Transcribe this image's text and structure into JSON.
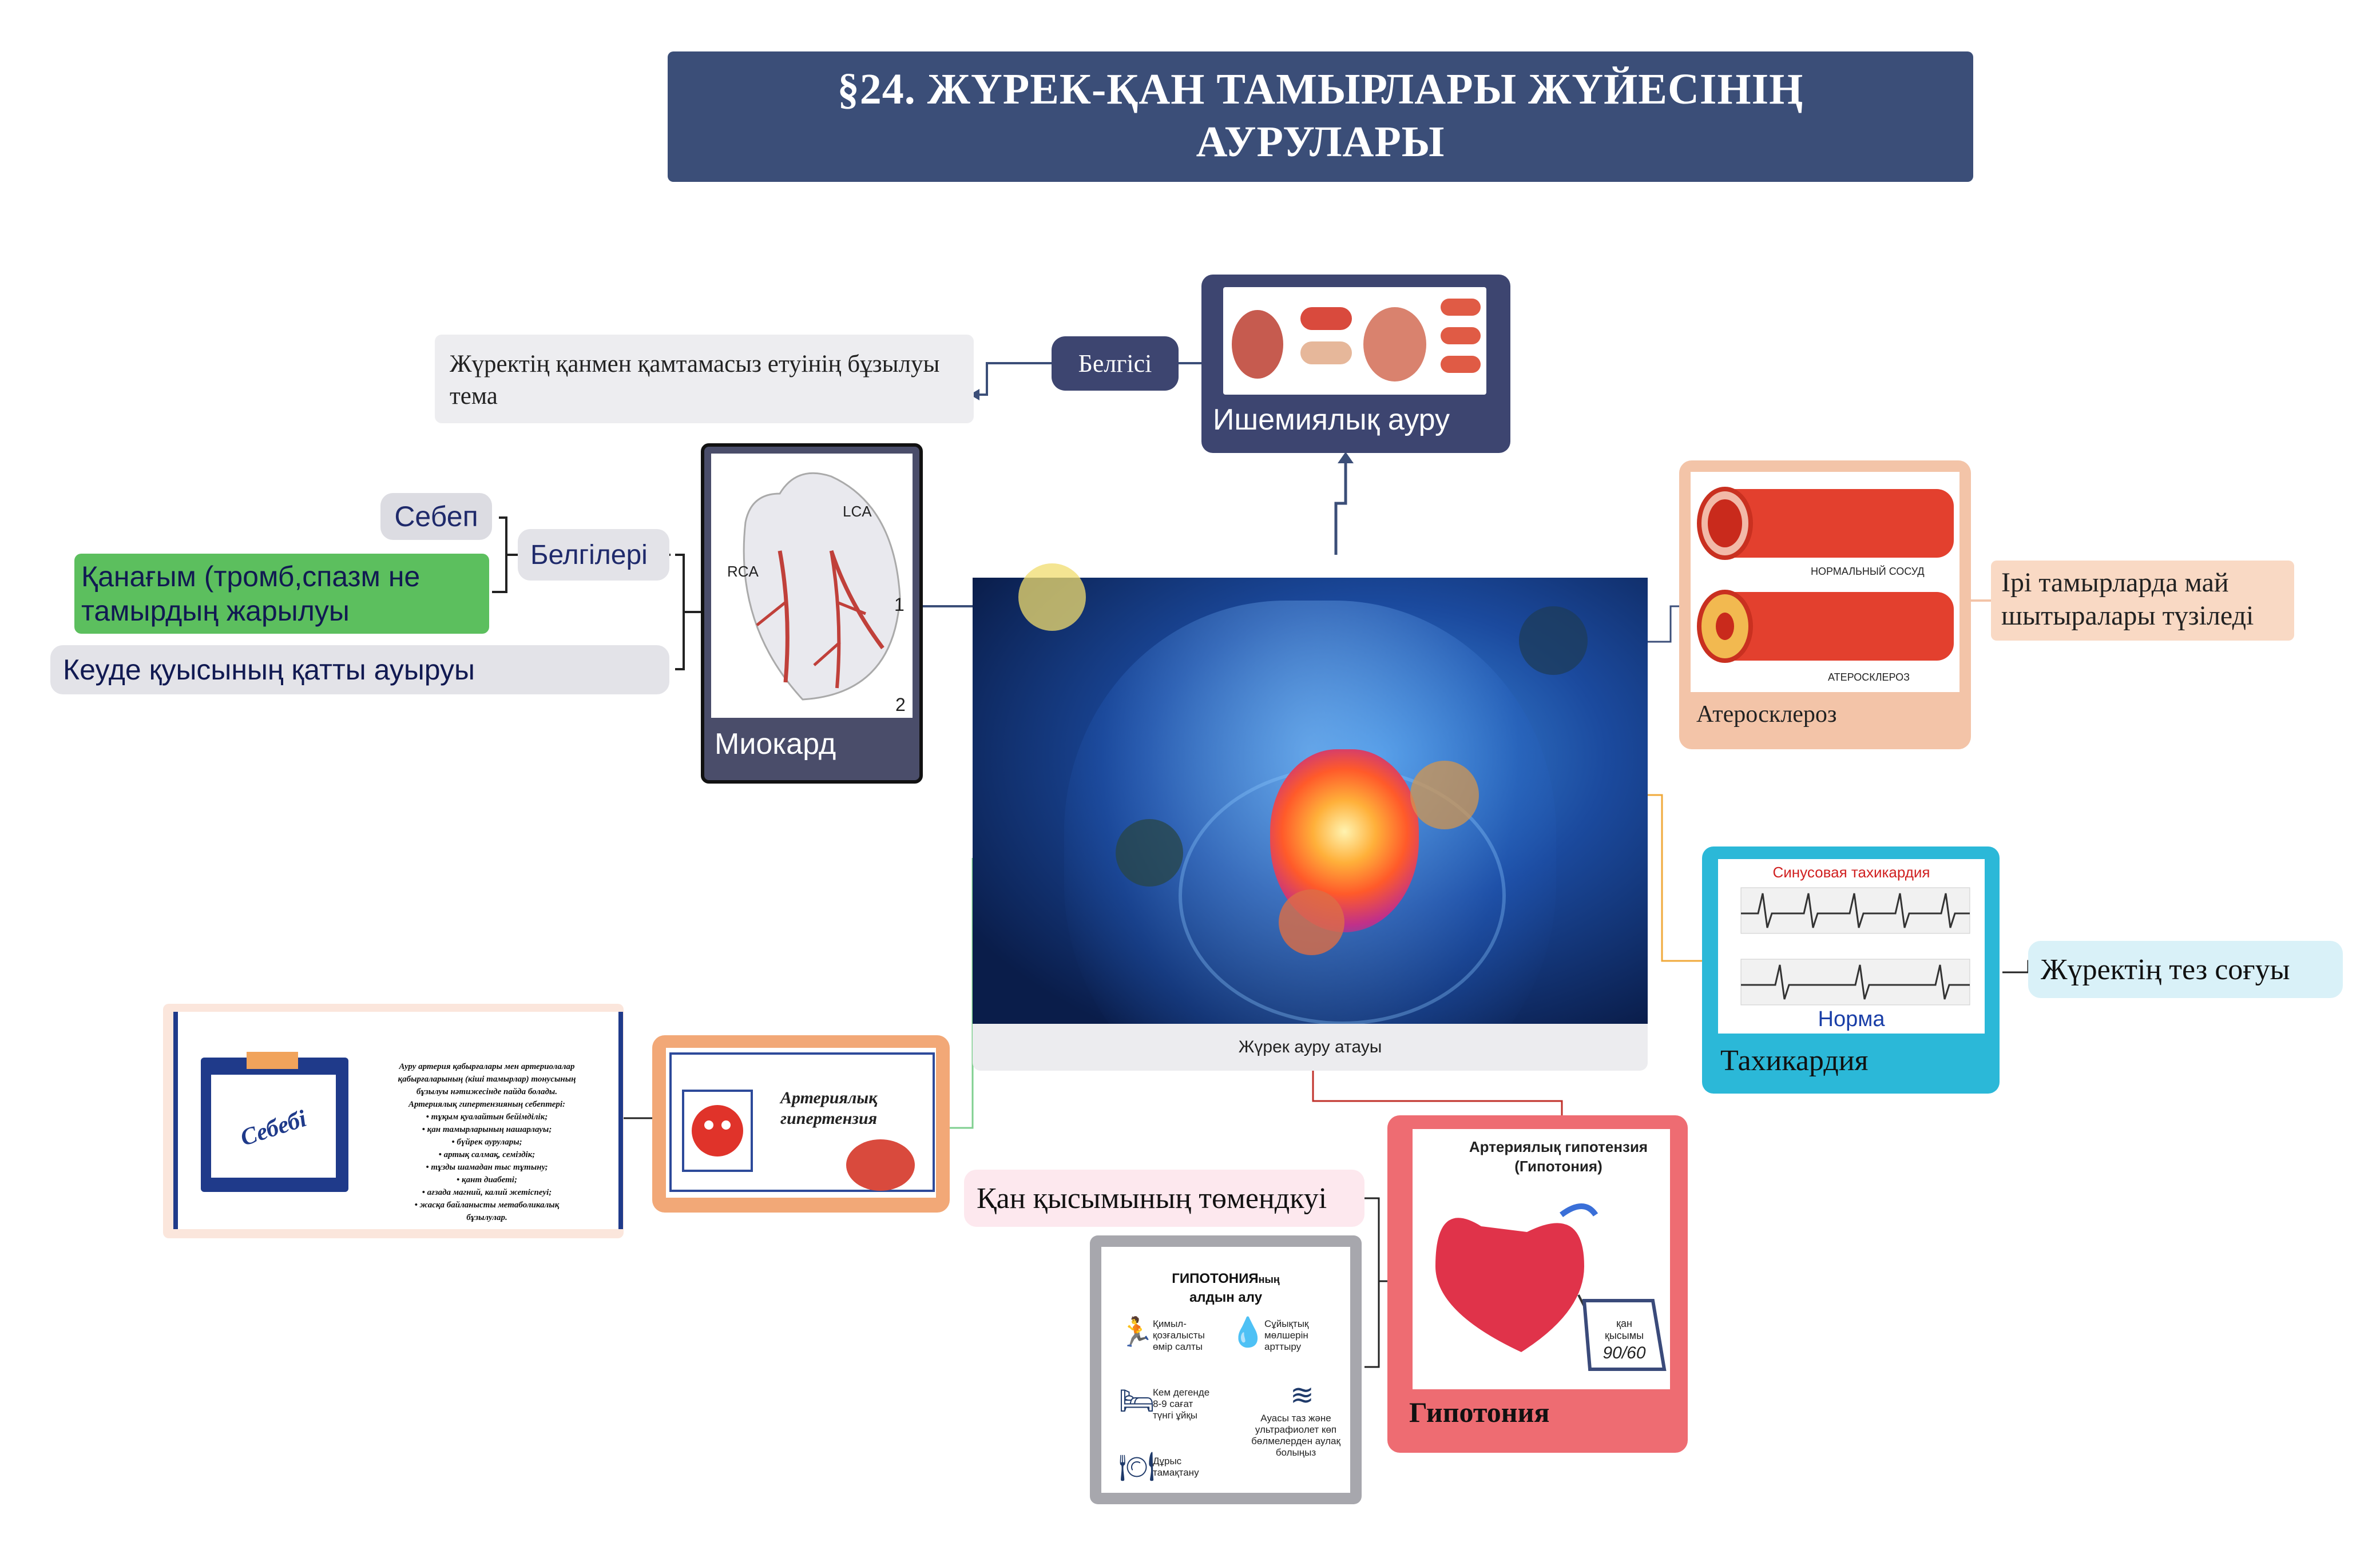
{
  "title": {
    "line1": "§24. ЖҮРЕК-ҚАН ТАМЫРЛАРЫ ЖҮЙЕСІНІҢ",
    "line2": "АУРУЛАРЫ"
  },
  "central": {
    "caption": "Жүрек ауру атауы"
  },
  "ischemia": {
    "title": "Ишемиялық ауру",
    "sign_label": "Белгісі",
    "sign_text": "Жүректің қанмен қамтамасыз етуінің бұзылуы тема"
  },
  "myocard": {
    "title": "Миокард",
    "labels": {
      "lca": "LCA",
      "rca": "RCA",
      "n1": "1",
      "n2": "2"
    },
    "signs_label": "Белгілері",
    "cause": "Себеп",
    "item_green": "Қанағым (тромб,спазм не тамырдың жарылуы",
    "item_gray": "Кеуде қуысының қатты ауыруы"
  },
  "atherosclerosis": {
    "title": "Атеросклероз",
    "label_normal": "НОРМАЛЬНЫЙ СОСУД",
    "label_ath": "АТЕРОСКЛЕРОЗ",
    "desc": "Ірі тамырларда май шытыралары түзіледі"
  },
  "tachycardia": {
    "title": "Тахикардия",
    "ecg_top": "Синусовая тахикардия",
    "ecg_bottom": "Норма",
    "desc": "Жүректің тез соғуы"
  },
  "hypertension": {
    "title": "Артериялық гипертензия",
    "cause_label": "Себебі",
    "cause_text": [
      "Ауру артерия қабырғалары мен артериолалар",
      "қабырғаларының (кіші тамырлар) тонусының",
      "бұзылуы нәтижесінде пайда болады.",
      "Артериялық гипертензияның себептері:",
      "• тұқым қуалайтын бейімділік;",
      "• қан тамырларының нашарлауы;",
      "• бүйрек аурулары;",
      "• артық салмақ, семіздік;",
      "• тұзды шамадан тыс тұтыну;",
      "• қант диабеті;",
      "• ағзада магний, калий жетіспеуі;",
      "• жасқа байланысты метаболикалық",
      "бұзылулар."
    ]
  },
  "hypotension": {
    "title": "Гипотония",
    "card_title": "Артериялық гипотензия (Гипотония)",
    "gauge_label": "қан қысымы",
    "gauge_value": "90/60",
    "desc": "Қан қысымының төмендкуі",
    "prevention": {
      "title_bold": "ГИПОТОНИЯ",
      "title_suffix": "ның",
      "title_line2": "алдын алу",
      "items": [
        "Қимыл-қозғалысты өмір салты",
        "Сұйықтық мөлшерін арттыру",
        "Кем дегенде 8-9 сағат түнгі ұйқы",
        "Ауасы таз және ультрафиолет көп бөлмелерден аулақ болыңыз",
        "Дұрыс тамақтану"
      ]
    }
  },
  "colors": {
    "title_bg": "#3b4e78",
    "ischemia_border": "#3d4570",
    "ath_border": "#f3c4a8",
    "tachy_border": "#2bb8d8",
    "hyper_border": "#f2a877",
    "hypo_border": "#ee6c72",
    "green_item": "#5cbf5e",
    "gray_item": "#e3e3e8"
  }
}
